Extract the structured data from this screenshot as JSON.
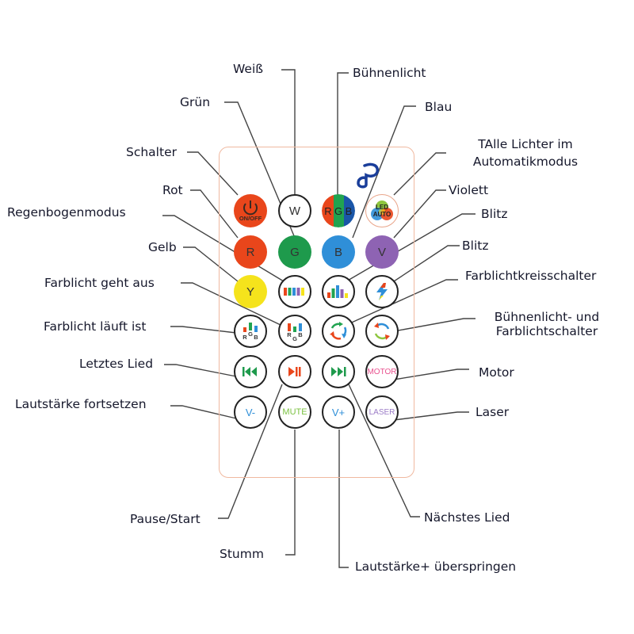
{
  "remote": {
    "logo": "dp-logo",
    "buttons": {
      "power": {
        "icon": "power-icon",
        "text": "ON/OFF",
        "color": "#e9461b"
      },
      "white": {
        "text": "W"
      },
      "rgb": {
        "r": "R",
        "g": "G",
        "b": "B",
        "colors": [
          "#e9461b",
          "#21a350",
          "#1a56a8"
        ]
      },
      "led_auto": {
        "line1": "LED",
        "line2": "AUTO"
      },
      "red": {
        "text": "R",
        "color": "#e9461b"
      },
      "green": {
        "text": "G",
        "color": "#1e9a4c"
      },
      "blue": {
        "text": "B",
        "color": "#2f8fd8"
      },
      "violet": {
        "text": "V",
        "color": "#8e63b3"
      },
      "yellow": {
        "text": "Y",
        "color": "#f5e31c"
      },
      "rainbow": {
        "icon": "rainbow-bars-icon"
      },
      "fade": {
        "icon": "bar-graph-icon"
      },
      "flash": {
        "icon": "lightning-icon"
      },
      "rgb_run": {
        "r": "R",
        "g": "G",
        "b": "B"
      },
      "rgb_fade": {
        "r": "R",
        "g": "G",
        "b": "B"
      },
      "cycle": {
        "icon": "cycle-arrows-icon"
      },
      "stage_switch": {
        "icon": "swap-arrows-icon"
      },
      "prev": {
        "icon": "previous-track-icon",
        "color": "#1e9a4c"
      },
      "play_pause": {
        "icon": "play-pause-icon",
        "color": "#e9461b"
      },
      "next": {
        "icon": "next-track-icon",
        "color": "#1e9a4c"
      },
      "motor": {
        "text": "MOTOR",
        "color": "#e9528f"
      },
      "vol_down": {
        "text": "V-",
        "color": "#2f8fd8"
      },
      "mute": {
        "text": "MUTE",
        "color": "#7cc242"
      },
      "vol_up": {
        "text": "V+",
        "color": "#2f8fd8"
      },
      "laser": {
        "text": "LASER",
        "color": "#9b7cc7"
      }
    }
  },
  "labels": {
    "weiss": "Weiß",
    "buehnenlicht": "Bühnenlicht",
    "gruen": "Grün",
    "blau": "Blau",
    "schalter": "Schalter",
    "alle_lichter_1": "TAlle Lichter im",
    "alle_lichter_2": "Automatikmodus",
    "rot": "Rot",
    "violett": "Violett",
    "regenbogenmodus": "Regenbogenmodus",
    "blitz_1": "Blitz",
    "gelb": "Gelb",
    "blitz_2": "Blitz",
    "farblicht_geht_aus": "Farblicht geht aus",
    "farblichtkreisschalter": "Farblichtkreisschalter",
    "farblicht_laeuft": "Farblicht läuft ist",
    "buehnen_farb_1": "Bühnenlicht- und",
    "buehnen_farb_2": "Farblichtschalter",
    "letztes_lied": "Letztes Lied",
    "motor": "Motor",
    "lautstaerke_fortsetzen": "Lautstärke fortsetzen",
    "laser": "Laser",
    "pause_start": "Pause/Start",
    "naechstes_lied": "Nächstes Lied",
    "stumm": "Stumm",
    "lautstaerke_plus": "Lautstärke+ überspringen"
  }
}
